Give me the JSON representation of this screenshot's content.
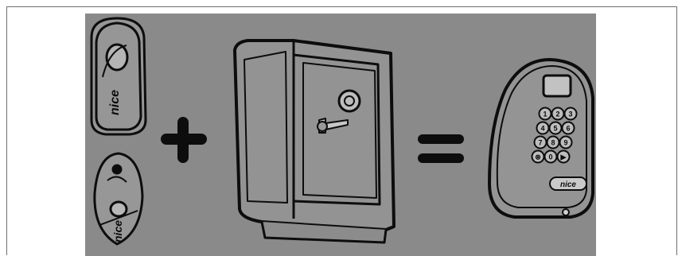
{
  "image": {
    "background": "#8a8a8a",
    "ink": "#0d0d0d",
    "parts": [
      "remote-fob-rectangular",
      "remote-fob-oval",
      "plus-sign",
      "safe",
      "equals-sign",
      "keypad"
    ],
    "remote_brand_mark": "nice",
    "keypad": {
      "keys": [
        "1",
        "2",
        "3",
        "4",
        "5",
        "6",
        "7",
        "8",
        "9",
        "⊗",
        "0",
        "▶"
      ],
      "brand_badge": "nice"
    }
  }
}
